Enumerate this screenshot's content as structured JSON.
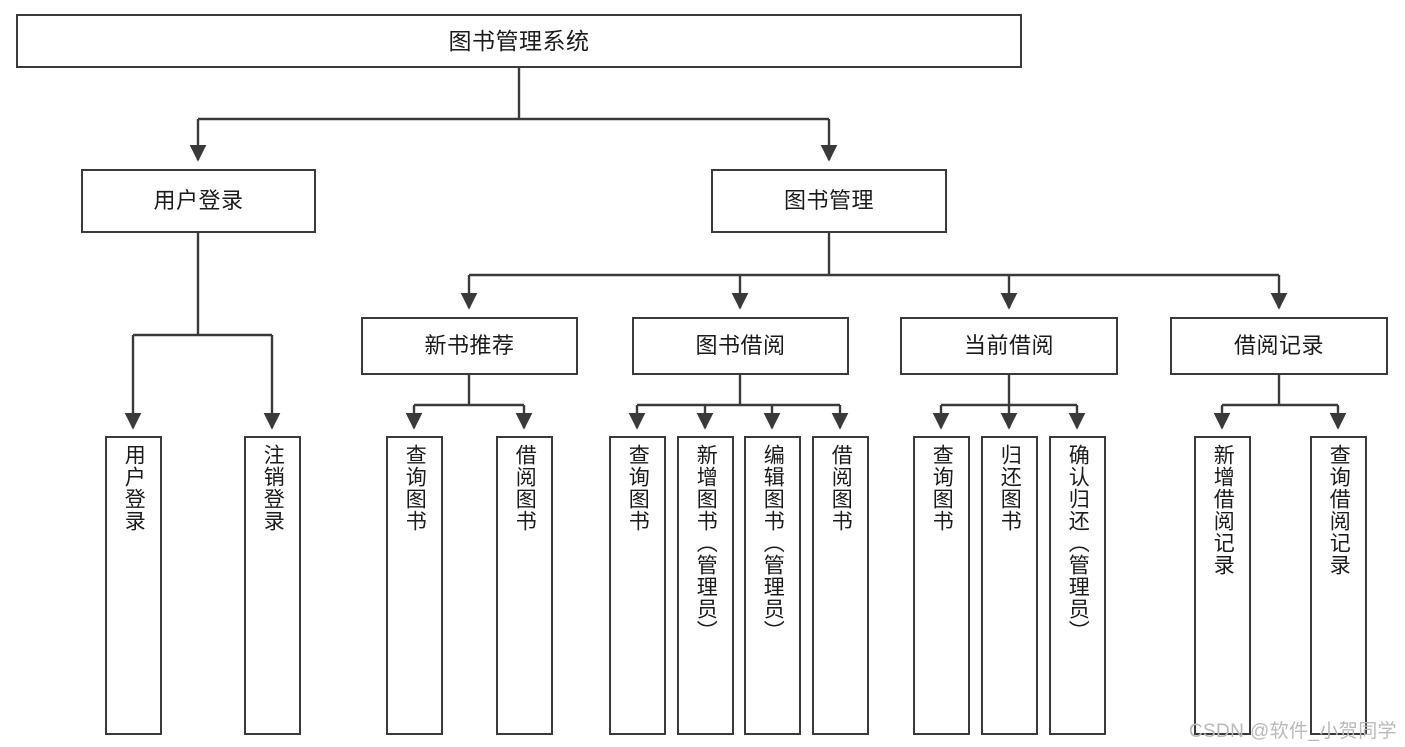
{
  "diagram": {
    "title": "图书管理系统",
    "type": "hierarchy-tree",
    "watermark": "CSDN @软件_小贺同学",
    "colors": {
      "stroke": "#3a3a3a",
      "fill": "#ffffff",
      "text": "#1b1b1b",
      "watermark": "#b9b9b9"
    },
    "nodes": {
      "root": {
        "label": "图书管理系统"
      },
      "level2": [
        {
          "label": "用户登录"
        },
        {
          "label": "图书管理"
        }
      ],
      "level3": [
        {
          "label": "新书推荐"
        },
        {
          "label": "图书借阅"
        },
        {
          "label": "当前借阅"
        },
        {
          "label": "借阅记录"
        }
      ],
      "leaves": [
        {
          "label": "用户登录"
        },
        {
          "label": "注销登录"
        },
        {
          "label": "查询图书"
        },
        {
          "label": "借阅图书"
        },
        {
          "label": "查询图书"
        },
        {
          "label": "新增图书（管理员）"
        },
        {
          "label": "编辑图书（管理员）"
        },
        {
          "label": "借阅图书"
        },
        {
          "label": "查询图书"
        },
        {
          "label": "归还图书"
        },
        {
          "label": "确认归还（管理员）"
        },
        {
          "label": "新增借阅记录"
        },
        {
          "label": "查询借阅记录"
        }
      ]
    },
    "edges": [
      {
        "from": "图书管理系统",
        "to": "用户登录"
      },
      {
        "from": "图书管理系统",
        "to": "图书管理"
      },
      {
        "from": "用户登录",
        "to": "用户登录"
      },
      {
        "from": "用户登录",
        "to": "注销登录"
      },
      {
        "from": "图书管理",
        "to": "新书推荐"
      },
      {
        "from": "图书管理",
        "to": "图书借阅"
      },
      {
        "from": "图书管理",
        "to": "当前借阅"
      },
      {
        "from": "图书管理",
        "to": "借阅记录"
      },
      {
        "from": "新书推荐",
        "to": "查询图书"
      },
      {
        "from": "新书推荐",
        "to": "借阅图书"
      },
      {
        "from": "图书借阅",
        "to": "查询图书"
      },
      {
        "from": "图书借阅",
        "to": "新增图书（管理员）"
      },
      {
        "from": "图书借阅",
        "to": "编辑图书（管理员）"
      },
      {
        "from": "图书借阅",
        "to": "借阅图书"
      },
      {
        "from": "当前借阅",
        "to": "查询图书"
      },
      {
        "from": "当前借阅",
        "to": "归还图书"
      },
      {
        "from": "当前借阅",
        "to": "确认归还（管理员）"
      },
      {
        "from": "借阅记录",
        "to": "新增借阅记录"
      },
      {
        "from": "借阅记录",
        "to": "查询借阅记录"
      }
    ]
  }
}
